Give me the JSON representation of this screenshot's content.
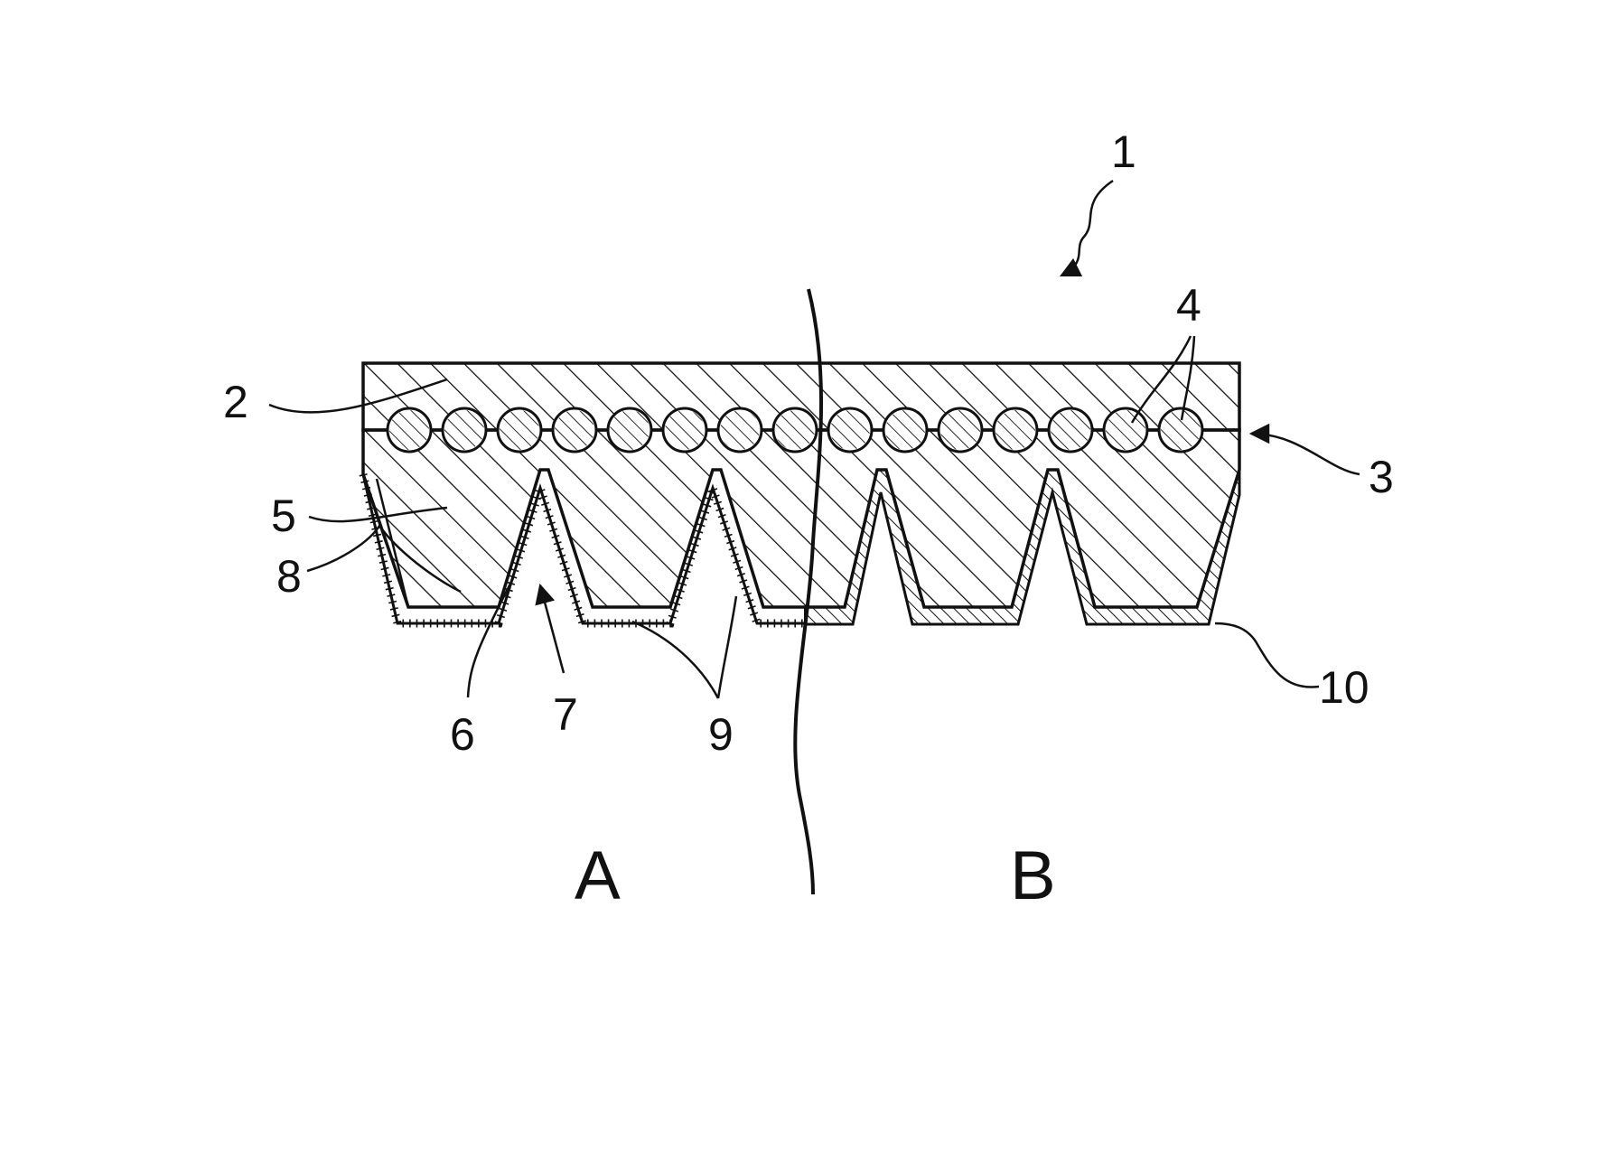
{
  "figure": {
    "callouts": [
      {
        "id": "1",
        "text": "1"
      },
      {
        "id": "2",
        "text": "2"
      },
      {
        "id": "3",
        "text": "3"
      },
      {
        "id": "4",
        "text": "4"
      },
      {
        "id": "5",
        "text": "5"
      },
      {
        "id": "6",
        "text": "6"
      },
      {
        "id": "7",
        "text": "7"
      },
      {
        "id": "8",
        "text": "8"
      },
      {
        "id": "9",
        "text": "9"
      },
      {
        "id": "10",
        "text": "10"
      }
    ],
    "sections": [
      {
        "id": "A",
        "text": "A"
      },
      {
        "id": "B",
        "text": "B"
      }
    ],
    "colors": {
      "ink": "#111111",
      "background": "#ffffff"
    }
  }
}
